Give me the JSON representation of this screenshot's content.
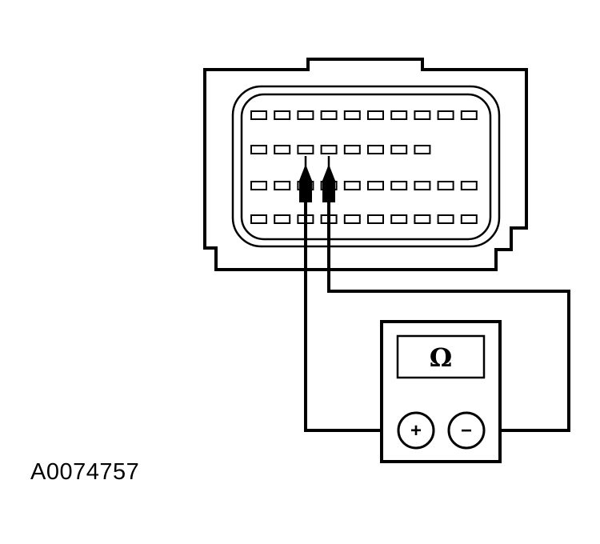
{
  "figure_id": "A0074757",
  "meter": {
    "display_symbol": "Ω",
    "plus_label": "+",
    "minus_label": "−"
  },
  "colors": {
    "stroke": "#000000",
    "background": "#ffffff"
  },
  "connector": {
    "rows": [
      10,
      8,
      10,
      10
    ],
    "probed_pins": [
      {
        "row": 2,
        "col": 3,
        "meter_terminal": "plus"
      },
      {
        "row": 2,
        "col": 4,
        "meter_terminal": "minus"
      }
    ]
  }
}
